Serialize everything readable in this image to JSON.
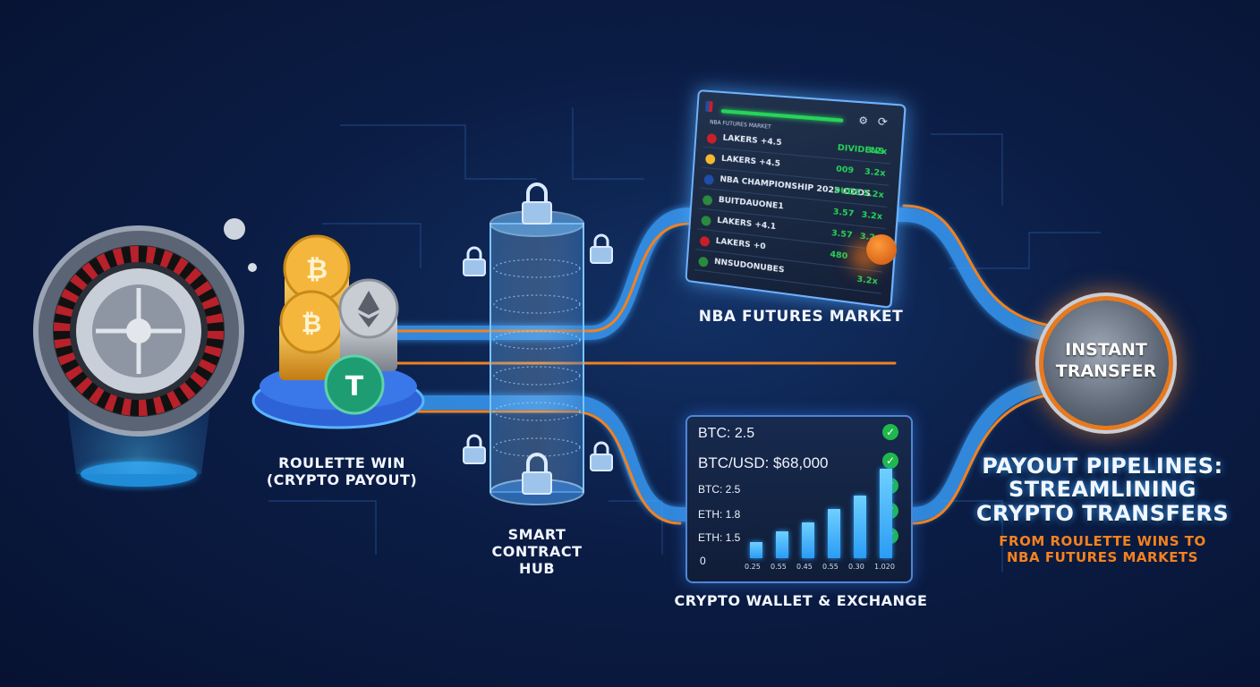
{
  "labels": {
    "roulette": [
      "ROULETTE WIN",
      "(CRYPTO PAYOUT)"
    ],
    "hub": [
      "SMART",
      "CONTRACT",
      "HUB"
    ],
    "nba_market": "NBA FUTURES MARKET",
    "wallet": "CRYPTO WALLET & EXCHANGE",
    "instant": [
      "INSTANT",
      "TRANSFER"
    ]
  },
  "title": {
    "lines": [
      "PAYOUT PIPELINES:",
      "STREAMLINING",
      "CRYPTO TRANSFERS"
    ],
    "subtitle": [
      "FROM ROULETTE WINS TO",
      "NBA FUTURES MARKETS"
    ]
  },
  "nba_panel": {
    "header": "NBA FUTURES MARKET",
    "rows": [
      {
        "team": "LAKERS +4.5",
        "market": "DIVIDENS",
        "odds": "3.2x"
      },
      {
        "team": "LAKERS +4.5",
        "market": "009",
        "odds": "3.2x"
      },
      {
        "team": "NBA CHAMPIONSHIP 2025 ODDS",
        "market": "0UDS",
        "odds": "3.2x"
      },
      {
        "team": "BUITDAUONE1",
        "market": "3.57",
        "odds": "3.2x"
      },
      {
        "team": "LAKERS +4.1",
        "market": "3.57",
        "odds": "3.2x"
      },
      {
        "team": "LAKERS +0",
        "market": "480",
        "odds": ""
      },
      {
        "team": "NNSUDONUBES",
        "market": "",
        "odds": "3.2x"
      }
    ]
  },
  "wallet_panel": {
    "lines": [
      "BTC: 2.5",
      "BTC/USD: $68,000",
      "BTC: 2.5",
      "ETH: 1.8",
      "ETH: 1.5"
    ],
    "zero": "0",
    "x_labels": [
      "0.25",
      "0.55",
      "0.45",
      "0.55",
      "0.30",
      "1.020"
    ],
    "bar_values": [
      0.18,
      0.3,
      0.4,
      0.55,
      0.7,
      1.0
    ]
  },
  "colors": {
    "pipe_blue": "#3aa2ff",
    "pipe_orange": "#f2811e",
    "check_green": "#1fb84d",
    "title_orange": "#f5821f",
    "bar_blue": "#2a9cf5"
  }
}
